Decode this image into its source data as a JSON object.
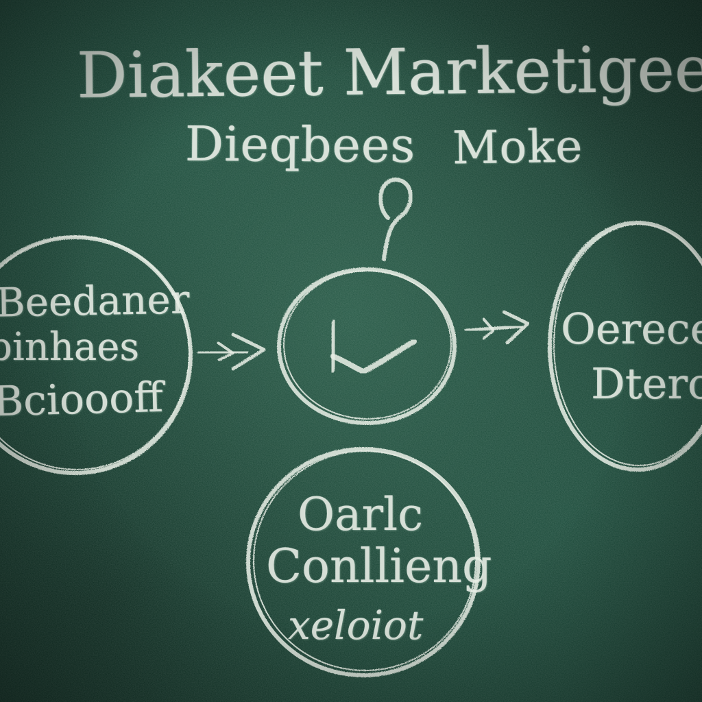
{
  "title": {
    "line1": "Diakeet Marketigee",
    "line2_left": "Dieqbees",
    "line2_right": "Moke"
  },
  "nodes": {
    "left": {
      "lines": [
        "Beedaner",
        "pinhaes",
        "Bcioooff"
      ]
    },
    "center": {
      "icon": "checkmark-icon"
    },
    "right": {
      "lines": [
        "Oerecer",
        "Dteroi"
      ]
    },
    "bottom": {
      "lines": [
        "Oarlc",
        "Conllieng",
        "xeloiot"
      ]
    }
  },
  "colors": {
    "board": "#1b4a3a",
    "chalk": "#e8eee6"
  }
}
